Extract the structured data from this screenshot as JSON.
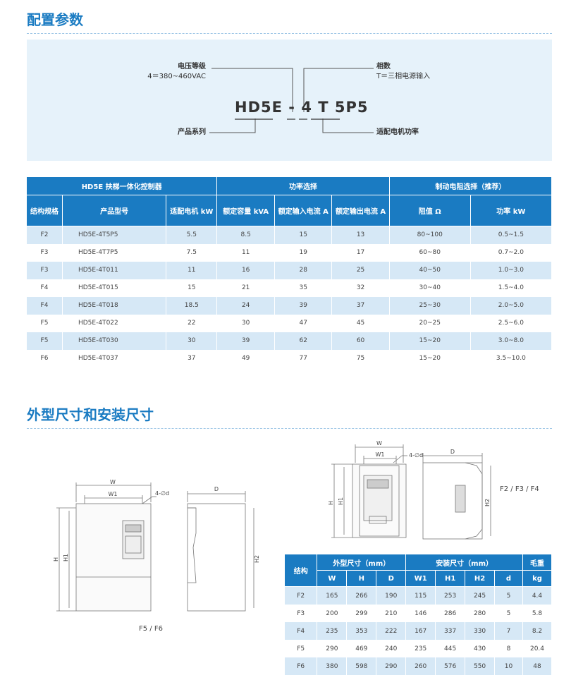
{
  "sections": {
    "config_title": "配置参数",
    "dimension_title": "外型尺寸和安装尺寸"
  },
  "config": {
    "voltage_label": "电压等级",
    "voltage_value": "4＝380~460VAC",
    "phase_label": "相数",
    "phase_value": "T＝三相电源输入",
    "series_label": "产品系列",
    "power_label": "适配电机功率",
    "code_series": "HD5E",
    "code_dash": "-",
    "code_voltage": "4",
    "code_phase": "T",
    "code_power": "5P5"
  },
  "spec_table": {
    "group_headers": [
      "HD5E 扶梯一体化控制器",
      "功率选择",
      "制动电阻选择（推荐）"
    ],
    "headers": [
      "结构规格",
      "产品型号",
      "适配电机 kW",
      "额定容量 kVA",
      "额定输入电流 A",
      "额定输出电流 A",
      "阻值 Ω",
      "功率 kW"
    ],
    "rows": [
      [
        "F2",
        "HD5E-4T5P5",
        "5.5",
        "8.5",
        "15",
        "13",
        "80~100",
        "0.5~1.5"
      ],
      [
        "F3",
        "HD5E-4T7P5",
        "7.5",
        "11",
        "19",
        "17",
        "60~80",
        "0.7~2.0"
      ],
      [
        "F3",
        "HD5E-4T011",
        "11",
        "16",
        "28",
        "25",
        "40~50",
        "1.0~3.0"
      ],
      [
        "F4",
        "HD5E-4T015",
        "15",
        "21",
        "35",
        "32",
        "30~40",
        "1.5~4.0"
      ],
      [
        "F4",
        "HD5E-4T018",
        "18.5",
        "24",
        "39",
        "37",
        "25~30",
        "2.0~5.0"
      ],
      [
        "F5",
        "HD5E-4T022",
        "22",
        "30",
        "47",
        "45",
        "20~25",
        "2.5~6.0"
      ],
      [
        "F5",
        "HD5E-4T030",
        "30",
        "39",
        "62",
        "60",
        "15~20",
        "3.0~8.0"
      ],
      [
        "F6",
        "HD5E-4T037",
        "37",
        "49",
        "77",
        "75",
        "15~20",
        "3.5~10.0"
      ]
    ]
  },
  "drawings": {
    "large_caption": "F5 / F6",
    "small_caption": "F2 / F3 / F4",
    "labels": {
      "W": "W",
      "W1": "W1",
      "H": "H",
      "H1": "H1",
      "H2": "H2",
      "D": "D",
      "hole": "4-∅d"
    }
  },
  "dim_table": {
    "group_headers": [
      "结构",
      "外型尺寸（mm）",
      "安装尺寸（mm）",
      "毛重"
    ],
    "headers": [
      "W",
      "H",
      "D",
      "W1",
      "H1",
      "H2",
      "d",
      "kg"
    ],
    "rows": [
      [
        "F2",
        "165",
        "266",
        "190",
        "115",
        "253",
        "245",
        "5",
        "4.4"
      ],
      [
        "F3",
        "200",
        "299",
        "210",
        "146",
        "286",
        "280",
        "5",
        "5.8"
      ],
      [
        "F4",
        "235",
        "353",
        "222",
        "167",
        "337",
        "330",
        "7",
        "8.2"
      ],
      [
        "F5",
        "290",
        "469",
        "240",
        "235",
        "445",
        "430",
        "8",
        "20.4"
      ],
      [
        "F6",
        "380",
        "598",
        "290",
        "260",
        "576",
        "550",
        "10",
        "48"
      ]
    ]
  },
  "colors": {
    "accent": "#1a7bc2",
    "row_shade": "#d6e8f6",
    "config_bg": "#e6f2fa"
  }
}
